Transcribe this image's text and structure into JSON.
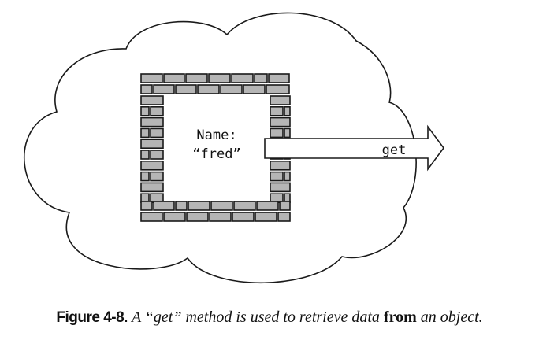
{
  "object_field": {
    "name_label": "Name:",
    "name_value": "“fred”"
  },
  "method_arrow": {
    "label": "get"
  },
  "caption": {
    "figure_label": "Figure 4-8.",
    "text_part_1": "A “get” method is used to retrieve data",
    "text_bold": "from",
    "text_part_2": "an object."
  },
  "colors": {
    "brick_fill": "#b5b5b5",
    "outline": "#1a1a1a"
  }
}
